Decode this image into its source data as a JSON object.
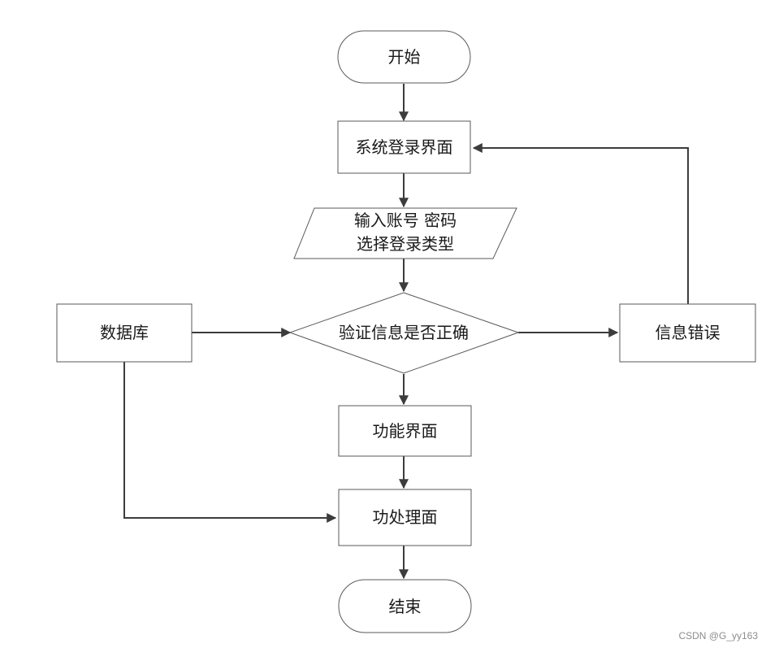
{
  "nodes": {
    "start": "开始",
    "login_page": "系统登录界面",
    "input_line1": "输入账号 密码",
    "input_line2": "选择登录类型",
    "verify": "验证信息是否正确",
    "database": "数据库",
    "error": "信息错误",
    "function_page": "功能界面",
    "process_page": "功处理面",
    "end": "结束"
  },
  "watermark": "CSDN @G_yy163"
}
